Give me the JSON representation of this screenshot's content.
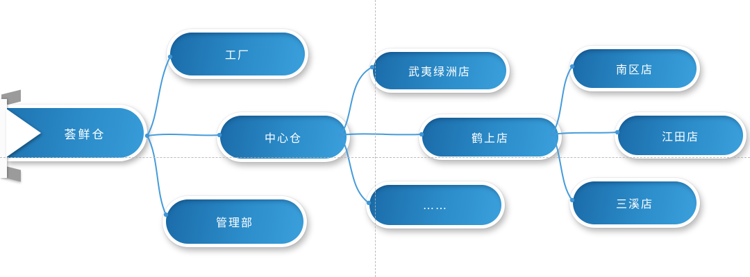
{
  "diagram": {
    "title": "warehouse-distribution-network",
    "nodes": {
      "root": {
        "label": "荟鲜仓"
      },
      "factory": {
        "label": "工厂"
      },
      "central": {
        "label": "中心仓"
      },
      "admin": {
        "label": "管理部"
      },
      "wuyi": {
        "label": "武夷绿洲店"
      },
      "heshang": {
        "label": "鹤上店"
      },
      "more": {
        "label": "……"
      },
      "nanqu": {
        "label": "南区店"
      },
      "jiangtian": {
        "label": "江田店"
      },
      "sanxi": {
        "label": "三溪店"
      }
    },
    "edges": [
      [
        "root",
        "factory"
      ],
      [
        "root",
        "central"
      ],
      [
        "root",
        "admin"
      ],
      [
        "central",
        "wuyi"
      ],
      [
        "central",
        "heshang"
      ],
      [
        "central",
        "more"
      ],
      [
        "heshang",
        "nanqu"
      ],
      [
        "heshang",
        "jiangtian"
      ],
      [
        "heshang",
        "sanxi"
      ]
    ],
    "colors": {
      "node_gradient_start": "#1a6ba8",
      "node_gradient_end": "#3aa0dc",
      "node_ring": "#ffffff",
      "connector": "#459bd9",
      "guide": "#b3b3b3",
      "label_text": "#ffffff"
    }
  }
}
